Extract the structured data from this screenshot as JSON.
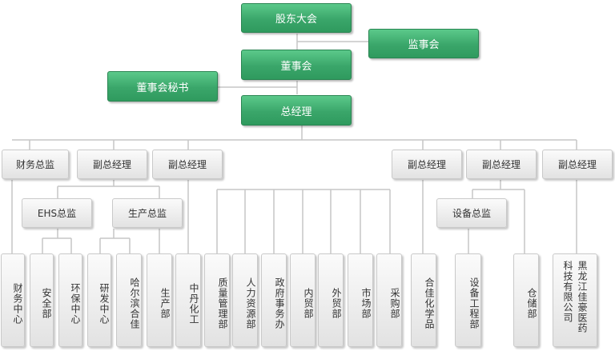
{
  "org": {
    "shareholders": "股东大会",
    "supervisors": "监事会",
    "board": "董事会",
    "board_secretary": "董事会秘书",
    "general_manager": "总经理",
    "finance_director": "财务总监",
    "vp_1": "副总经理",
    "vp_2": "副总经理",
    "vp_3": "副总经理",
    "vp_4": "副总经理",
    "vp_5": "副总经理",
    "ehs_director": "EHS总监",
    "production_director": "生产总监",
    "equipment_director": "设备总监",
    "departments": {
      "finance_center": "财务中心",
      "safety": "安全部",
      "env_center": "环保中心",
      "rd_center": "研发中心",
      "harbin_jiajia": "哈尔滨合佳",
      "production": "生产部",
      "zhongdan": "中丹化工",
      "quality": "质量管理部",
      "hr": "人力资源部",
      "government": "政府事务办",
      "domestic_trade": "内贸部",
      "foreign_trade": "外贸部",
      "market": "市场部",
      "purchasing": "采购部",
      "hejia_chem": "合佳化学品",
      "equipment_eng": "设备工程部",
      "warehouse": "仓储部",
      "hlj_col1": "科技有限公司",
      "hlj_col2": "黑龙江佳豪医药"
    }
  }
}
